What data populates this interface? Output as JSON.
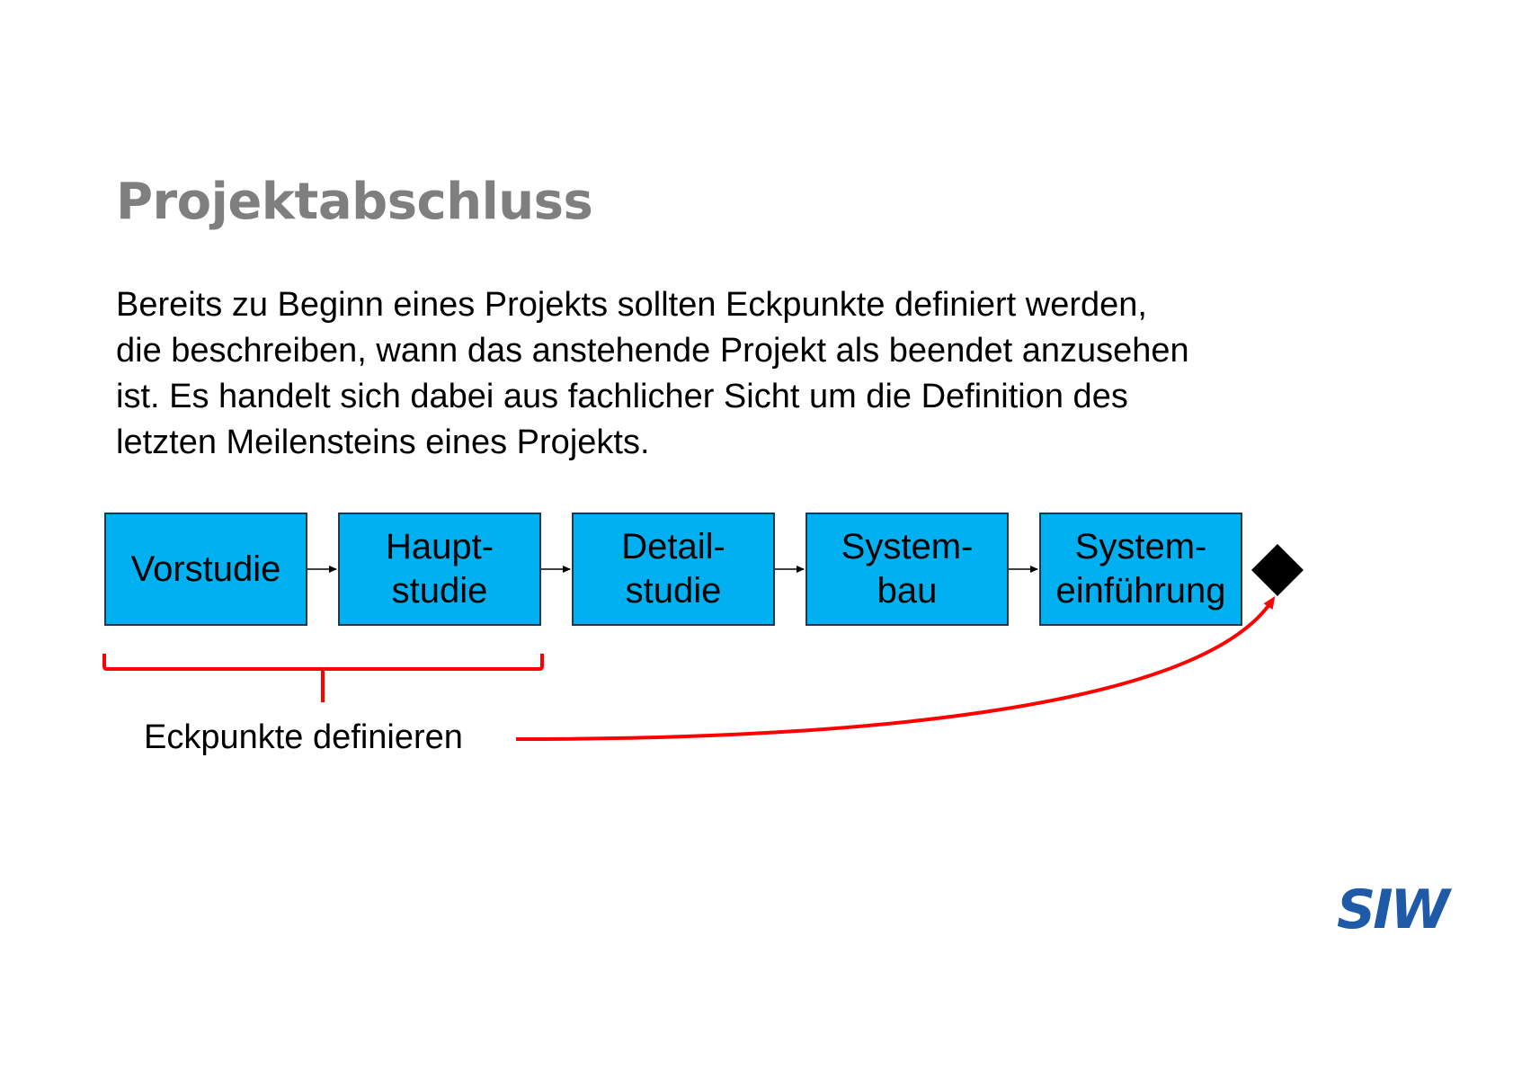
{
  "slide": {
    "title": "Projektabschluss",
    "body_lines": [
      "Bereits zu Beginn eines Projekts sollten Eckpunkte definiert werden,",
      "die beschreiben, wann das anstehende Projekt als beendet anzusehen",
      "ist. Es handelt sich dabei aus fachlicher Sicht um die Definition des",
      "letzten Meilensteins eines Projekts."
    ]
  },
  "diagram": {
    "phases": [
      {
        "line1": "Vorstudie",
        "line2": ""
      },
      {
        "line1": "Haupt-",
        "line2": "studie"
      },
      {
        "line1": "Detail-",
        "line2": "studie"
      },
      {
        "line1": "System-",
        "line2": "bau"
      },
      {
        "line1": "System-",
        "line2": "einführung"
      }
    ],
    "annotation": "Eckpunkte definieren",
    "colors": {
      "phase_fill": "#00b0f0",
      "highlight": "#ff0000",
      "milestone": "#000000"
    }
  },
  "logo": {
    "text": "SIW",
    "color": "#1e5aa8"
  }
}
